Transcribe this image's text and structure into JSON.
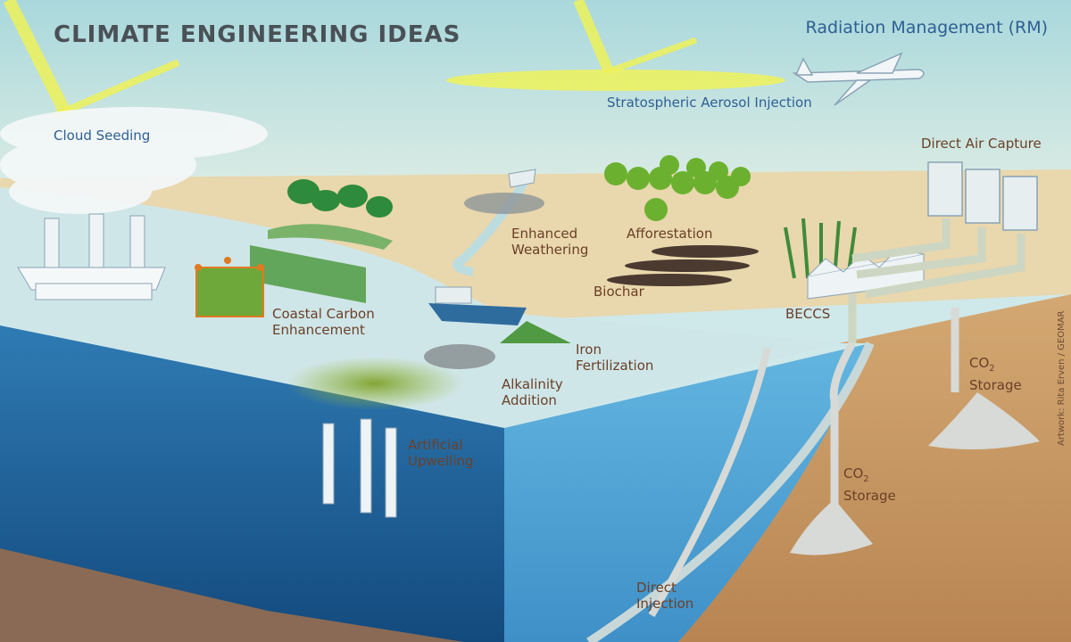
{
  "title": "CLIMATE ENGINEERING IDEAS",
  "category_label": "Radiation Management (RM)",
  "labels": {
    "cloud_seeding": "Cloud Seeding",
    "stratospheric_aerosol": "Stratospheric Aerosol Injection",
    "direct_air_capture": "Direct Air Capture",
    "enhanced_weathering": [
      "Enhanced",
      "Weathering"
    ],
    "afforestation": "Afforestation",
    "biochar": "Biochar",
    "beccs": "BECCS",
    "coastal_carbon": [
      "Coastal Carbon",
      "Enhancement"
    ],
    "iron_fertilization": [
      "Iron",
      "Fertilization"
    ],
    "alkalinity_addition": [
      "Alkalinity",
      "Addition"
    ],
    "artificial_upwelling": [
      "Artificial",
      "Upwelling"
    ],
    "co2_storage_right": [
      "CO",
      "2",
      "Storage"
    ],
    "co2_storage_mid": [
      "CO",
      "2",
      "Storage"
    ],
    "direct_injection": [
      "Direct",
      "Injection"
    ]
  },
  "credit": "Artwork: Rita Erven / GEOMAR",
  "colors": {
    "sky": "#cfe8ea",
    "land": "#e9d7ad",
    "ocean_surface": "#cfe6e8",
    "deep_ocean": "#1f5f96",
    "soil": "#c69a66",
    "label_blue": "#2e5f93",
    "label_brown": "#6b4028",
    "sun_ray": "#eef25a"
  }
}
